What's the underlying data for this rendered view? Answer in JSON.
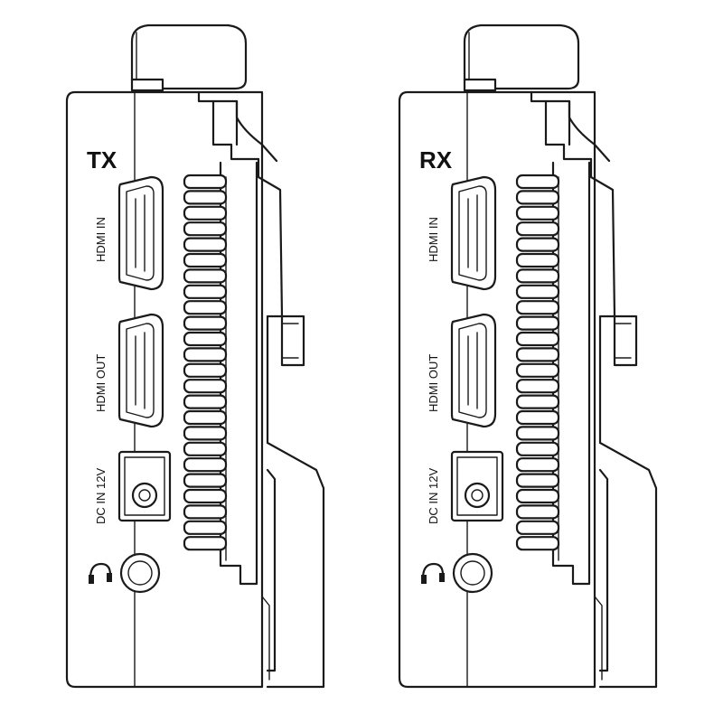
{
  "units": [
    {
      "title": "TX",
      "labels": {
        "hdmi_in": "HDMI IN",
        "hdmi_out": "HDMI OUT",
        "dc_in": "DC IN 12V"
      }
    },
    {
      "title": "RX",
      "labels": {
        "hdmi_in": "HDMI IN",
        "hdmi_out": "HDMI OUT",
        "dc_in": "DC IN 12V"
      }
    }
  ],
  "icons": {
    "headphone_port": "headphone-icon"
  }
}
